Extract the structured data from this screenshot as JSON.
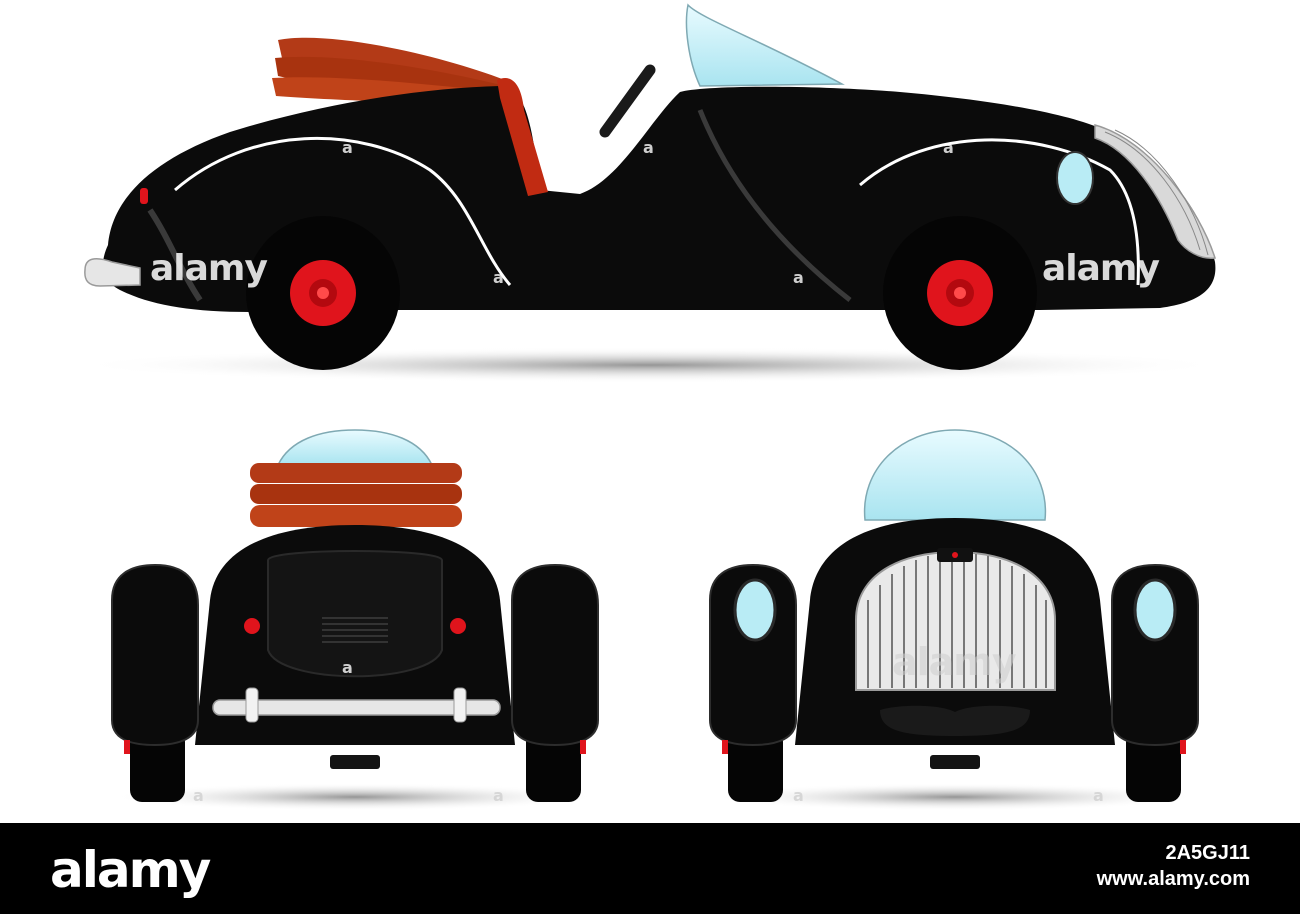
{
  "image": {
    "description_views": [
      "side-view",
      "rear-view",
      "front-view"
    ],
    "colors": {
      "body": "#0b0b0b",
      "wheel_hub": "#e0141c",
      "seat": "#c12b12",
      "folded_roof": "#b33a17",
      "windshield": "#b9ecf5",
      "chrome": "#e6e6e6",
      "shadow": "#9a9a9a"
    }
  },
  "watermarks": {
    "side_left": "alamy",
    "side_right": "alamy",
    "front_grille": "alamy",
    "small_mark": "a"
  },
  "footer": {
    "logo": "alamy",
    "image_id": "2A5GJ11",
    "site": "www.alamy.com"
  }
}
